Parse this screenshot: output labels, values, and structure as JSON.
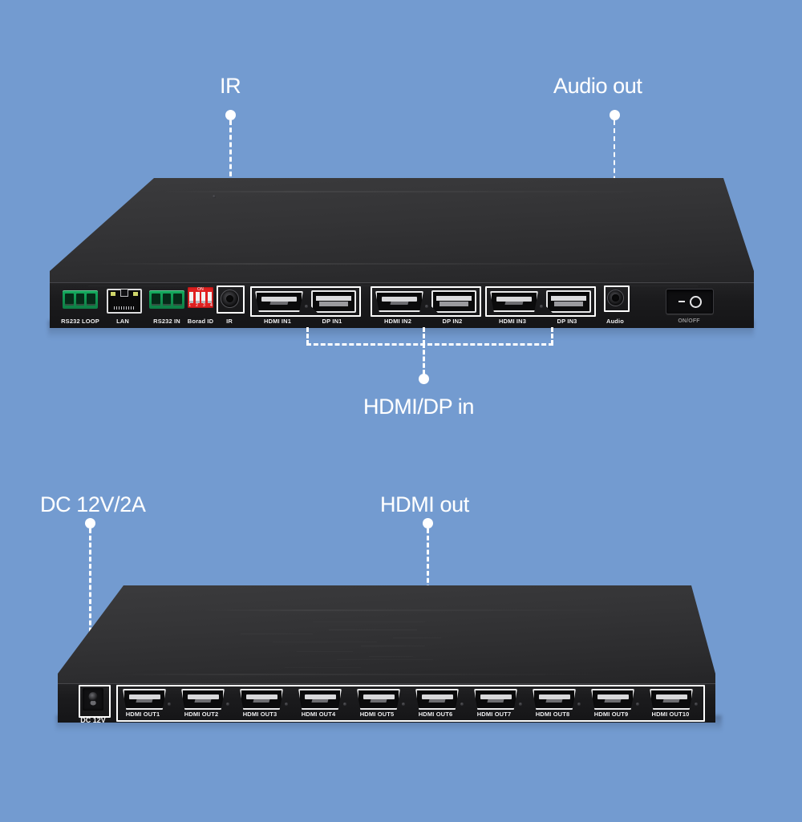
{
  "meta": {
    "background_color": "#739bd0",
    "label_color": "#ffffff",
    "device_color": "#232325"
  },
  "callouts": [
    {
      "id": "ir",
      "label": "IR"
    },
    {
      "id": "audio_out",
      "label": "Audio out"
    },
    {
      "id": "hdmi_dp_in",
      "label": "HDMI/DP in"
    },
    {
      "id": "dc_power",
      "label": "DC 12V/2A"
    },
    {
      "id": "hdmi_out",
      "label": "HDMI out"
    }
  ],
  "rear_panel": {
    "device_name": "rear-panel-device",
    "ports": [
      {
        "id": "rs232-loop",
        "label": "RS232 LOOP",
        "type": "phoenix-3pin"
      },
      {
        "id": "lan",
        "label": "LAN",
        "type": "rj45"
      },
      {
        "id": "rs232-in",
        "label": "RS232 IN",
        "type": "phoenix-3pin"
      },
      {
        "id": "board-id",
        "label": "Borad ID",
        "type": "dip-switch"
      },
      {
        "id": "ir",
        "label": "IR",
        "type": "ir-jack"
      },
      {
        "id": "hdmi-in1",
        "label": "HDMI IN1",
        "type": "hdmi"
      },
      {
        "id": "dp-in1",
        "label": "DP IN1",
        "type": "displayport"
      },
      {
        "id": "hdmi-in2",
        "label": "HDMI IN2",
        "type": "hdmi"
      },
      {
        "id": "dp-in2",
        "label": "DP IN2",
        "type": "displayport"
      },
      {
        "id": "hdmi-in3",
        "label": "HDMI IN3",
        "type": "hdmi"
      },
      {
        "id": "dp-in3",
        "label": "DP IN3",
        "type": "displayport"
      },
      {
        "id": "audio",
        "label": "Audio",
        "type": "audio-jack"
      },
      {
        "id": "on-off",
        "label": "ON/OFF",
        "type": "rocker-switch"
      }
    ],
    "dip_switch": {
      "on_label": "ON",
      "numbers": [
        "1",
        "2",
        "3",
        "4"
      ]
    }
  },
  "front_panel": {
    "device_name": "front-panel-device",
    "power": {
      "id": "dc-12v",
      "label": "DC 12V",
      "type": "dc-barrel-jack"
    },
    "outputs": [
      {
        "id": "hdmi-out1",
        "label": "HDMI OUT1"
      },
      {
        "id": "hdmi-out2",
        "label": "HDMI OUT2"
      },
      {
        "id": "hdmi-out3",
        "label": "HDMI OUT3"
      },
      {
        "id": "hdmi-out4",
        "label": "HDMI OUT4"
      },
      {
        "id": "hdmi-out5",
        "label": "HDMI OUT5"
      },
      {
        "id": "hdmi-out6",
        "label": "HDMI OUT6"
      },
      {
        "id": "hdmi-out7",
        "label": "HDMI OUT7"
      },
      {
        "id": "hdmi-out8",
        "label": "HDMI OUT8"
      },
      {
        "id": "hdmi-out9",
        "label": "HDMI OUT9"
      },
      {
        "id": "hdmi-out10",
        "label": "HDMI OUT10"
      }
    ]
  }
}
